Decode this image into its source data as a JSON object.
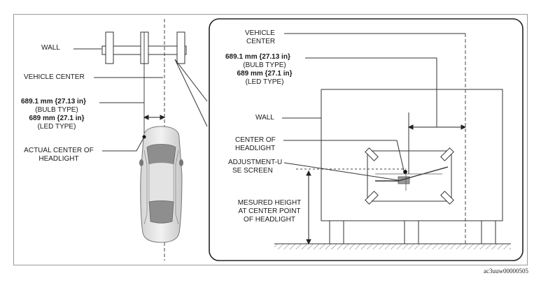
{
  "left": {
    "wall": "WALL",
    "vehicle_center": "VEHICLE CENTER",
    "dim_bulb": "689.1 mm {27.13 in}",
    "bulb_type": "(BULB TYPE)",
    "dim_led": "689 mm {27.1 in}",
    "led_type": "(LED TYPE)",
    "actual_center_1": "ACTUAL CENTER OF",
    "actual_center_2": "HEADLIGHT"
  },
  "right": {
    "vehicle_center_1": "VEHICLE",
    "vehicle_center_2": "CENTER",
    "dim_bulb": "689.1 mm {27.13 in}",
    "bulb_type": "(BULB TYPE)",
    "dim_led": "689 mm {27.1 in}",
    "led_type": "(LED TYPE)",
    "wall": "WALL",
    "center_of_1": "CENTER OF",
    "center_of_2": "HEADLIGHT",
    "adjust_1": "ADJUSTMENT-U",
    "adjust_2": "SE SCREEN",
    "measured_1": "MESURED HEIGHT",
    "measured_2": "AT CENTER POINT",
    "measured_3": "OF HEADLIGHT"
  },
  "figure_code": "ac3uuw00000505"
}
